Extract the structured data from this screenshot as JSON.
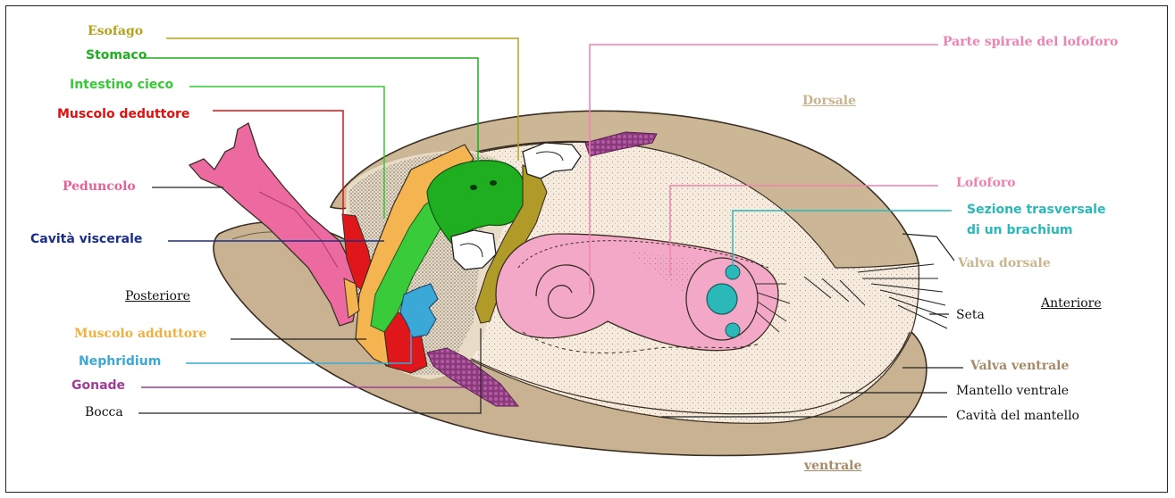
{
  "colors": {
    "esofago": "#b5a21c",
    "stomaco": "#1fae1f",
    "intestino": "#33cc33",
    "muscolo_deduttore": "#e01010",
    "peduncolo": "#e8609a",
    "cavita_viscerale": "#1a2f8a",
    "muscolo_adduttore": "#f0b040",
    "nephridium": "#3aa9d8",
    "gonade": "#a03c96",
    "bocca": "#111111",
    "parte_spirale": "#ee82b0",
    "lofoforo": "#ee82b0",
    "sezione": "#2ab8b8",
    "valva_dorsale": "#c9b48c",
    "valva_ventrale": "#a58a66",
    "dorsale": "#c9b48c",
    "ventrale": "#a58a66",
    "shell": "#c9b394",
    "shell_dark": "#9b8468",
    "mantle": "#f7ece0"
  },
  "labels": {
    "esofago": "Esofago",
    "stomaco": "Stomaco",
    "intestino_cieco": "Intestino cieco",
    "muscolo_deduttore": "Muscolo deduttore",
    "peduncolo": "Peduncolo",
    "cavita_viscerale": "Cavità viscerale",
    "posteriore": "Posteriore",
    "muscolo_adduttore": "Muscolo adduttore",
    "nephridium": "Nephridium",
    "gonade": "Gonade",
    "bocca": "Bocca",
    "parte_spirale": "Parte spirale del lofoforo",
    "dorsale": "Dorsale",
    "lofoforo": "Lofoforo",
    "sezione_1": "Sezione trasversale",
    "sezione_2": "di un brachium",
    "valva_dorsale": "Valva dorsale",
    "anteriore": "Anteriore",
    "seta": "Seta",
    "valva_ventrale": "Valva ventrale",
    "mantello_ventrale": "Mantello ventrale",
    "cavita_mantello": "Cavità del mantello",
    "ventrale": "ventrale"
  }
}
